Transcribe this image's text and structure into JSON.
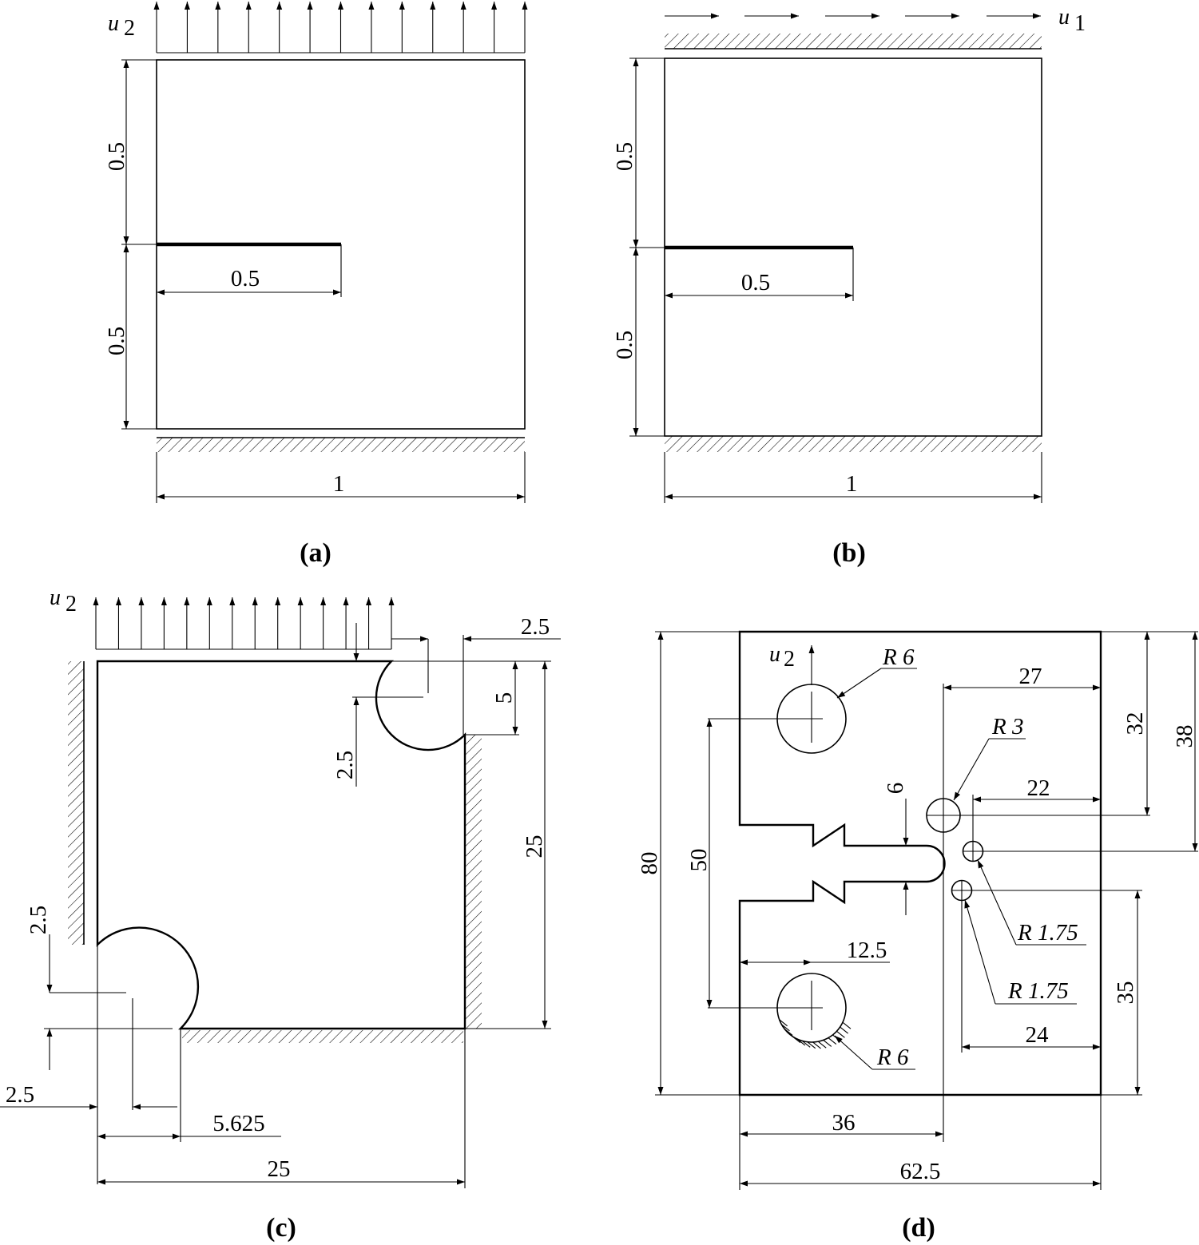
{
  "panels": {
    "a": {
      "caption": "(a)",
      "load_symbol": "u",
      "load_subscript": "2",
      "dim_upper": "0.5",
      "dim_lower": "0.5",
      "dim_crack": "0.5",
      "dim_width": "1"
    },
    "b": {
      "caption": "(b)",
      "load_symbol": "u",
      "load_subscript": "1",
      "dim_upper": "0.5",
      "dim_lower": "0.5",
      "dim_crack": "0.5",
      "dim_width": "1"
    },
    "c": {
      "caption": "(c)",
      "load_symbol": "u",
      "load_subscript": "2",
      "dim_top_offset": "2.5",
      "dim_top_notch": "5",
      "dim_top_vertical": "2.5",
      "dim_height": "25",
      "dim_left_vertical": "2.5",
      "dim_left_offset": "2.5",
      "dim_notch_distance": "5.625",
      "dim_width": "25"
    },
    "d": {
      "caption": "(d)",
      "load_symbol": "u",
      "load_subscript": "2",
      "radius_big_top": "R 6",
      "radius_big_bottom": "R 6",
      "radius_r3": "R 3",
      "radius_small_1": "R 1.75",
      "radius_small_2": "R 1.75",
      "dim_27": "27",
      "dim_22": "22",
      "dim_24": "24",
      "dim_32": "32",
      "dim_38": "38",
      "dim_35": "35",
      "dim_6": "6",
      "dim_50": "50",
      "dim_80": "80",
      "dim_12_5": "12.5",
      "dim_36": "36",
      "dim_62_5": "62.5"
    }
  }
}
